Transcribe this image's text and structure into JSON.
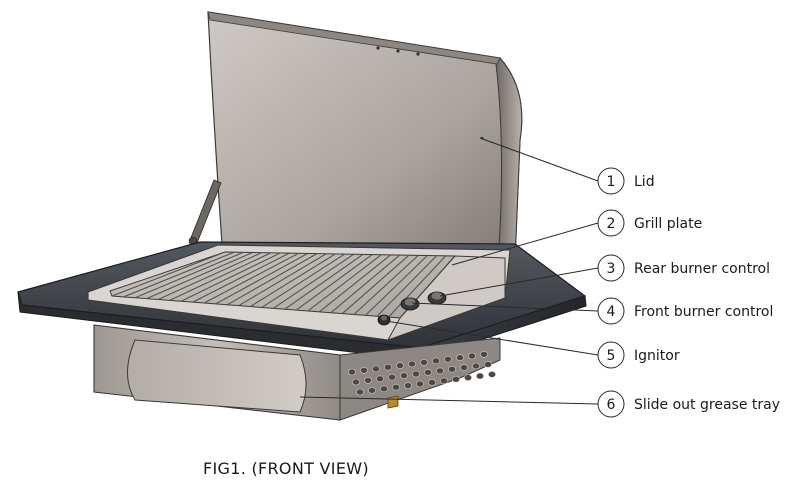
{
  "figure": {
    "caption": "FIG1. (FRONT VIEW)"
  },
  "callouts": [
    {
      "number": "1",
      "label": "Lid"
    },
    {
      "number": "2",
      "label": "Grill plate"
    },
    {
      "number": "3",
      "label": "Rear burner control"
    },
    {
      "number": "4",
      "label": "Front burner control"
    },
    {
      "number": "5",
      "label": "Ignitor"
    },
    {
      "number": "6",
      "label": "Slide out grease tray"
    }
  ]
}
